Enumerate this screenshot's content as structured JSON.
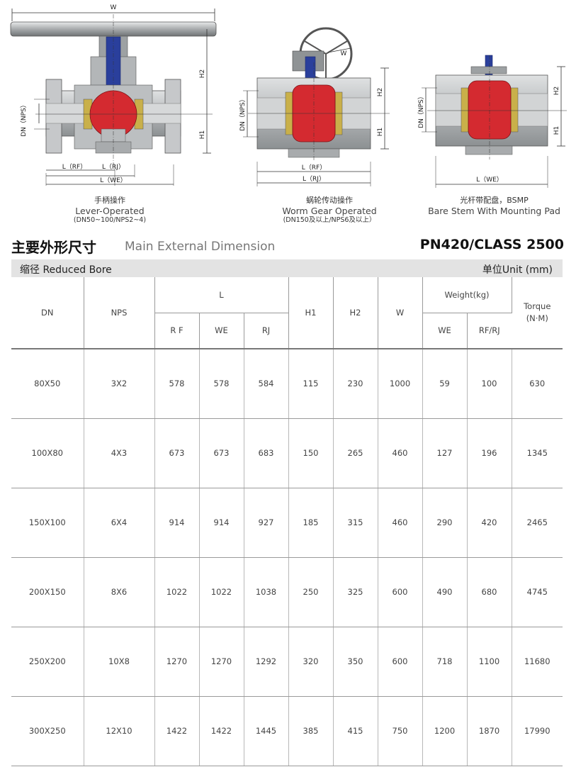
{
  "diagrams": [
    {
      "dim_labels": {
        "w": "W",
        "h2": "H2",
        "h1": "H1",
        "dn": "DN（NPS）",
        "l_rf": "L（RF）",
        "l_rj": "L（RJ）",
        "l_we": "L（WE）"
      },
      "caption_cn": "手柄操作",
      "caption_en": "Lever-Operated",
      "caption_note": "(DN50~100/NPS2~4)"
    },
    {
      "dim_labels": {
        "w": "W",
        "h2": "H2",
        "h1": "H1",
        "dn": "DN（NPS）",
        "l_rf": "L（RF）",
        "l_rj": "L（RJ）"
      },
      "caption_cn": "蜗轮传动操作",
      "caption_en": "Worm Gear Operated",
      "caption_note": "(DN150及以上/NPS6及以上）"
    },
    {
      "dim_labels": {
        "h2": "H2",
        "h1": "H1",
        "dn": "DN（NPS）",
        "l_we": "L（WE）"
      },
      "caption_cn": "光杆带配盘，BSMP",
      "caption_en": "Bare Stem With Mounting Pad"
    }
  ],
  "title": {
    "cn": "主要外形尺寸",
    "en": "Main External Dimension",
    "class": "PN420/CLASS 2500"
  },
  "subheader": {
    "bore": "缩径 Reduced Bore",
    "unit": "单位Unit (mm)"
  },
  "table": {
    "headers": {
      "dn": "DN",
      "nps": "NPS",
      "l": "L",
      "rf": "R F",
      "we": "WE",
      "rj": "RJ",
      "h1": "H1",
      "h2": "H2",
      "w": "W",
      "weight": "Weight(kg)",
      "weight_we": "WE",
      "weight_rfrj": "RF/RJ",
      "torque": "Torque",
      "torque_unit": "(N·M)"
    },
    "rows": [
      [
        "80X50",
        "3X2",
        "578",
        "578",
        "584",
        "115",
        "230",
        "1000",
        "59",
        "100",
        "630"
      ],
      [
        "100X80",
        "4X3",
        "673",
        "673",
        "683",
        "150",
        "265",
        "460",
        "127",
        "196",
        "1345"
      ],
      [
        "150X100",
        "6X4",
        "914",
        "914",
        "927",
        "185",
        "315",
        "460",
        "290",
        "420",
        "2465"
      ],
      [
        "200X150",
        "8X6",
        "1022",
        "1022",
        "1038",
        "250",
        "325",
        "600",
        "490",
        "680",
        "4745"
      ],
      [
        "250X200",
        "10X8",
        "1270",
        "1270",
        "1292",
        "320",
        "350",
        "600",
        "718",
        "1100",
        "11680"
      ],
      [
        "300X250",
        "12X10",
        "1422",
        "1422",
        "1445",
        "385",
        "415",
        "750",
        "1200",
        "1870",
        "17990"
      ]
    ]
  },
  "colors": {
    "body": "#c8cacb",
    "ball": "#d42a30",
    "stem": "#2a3f9c",
    "seat": "#c9b04a",
    "header_bar": "#e3e3e3"
  }
}
